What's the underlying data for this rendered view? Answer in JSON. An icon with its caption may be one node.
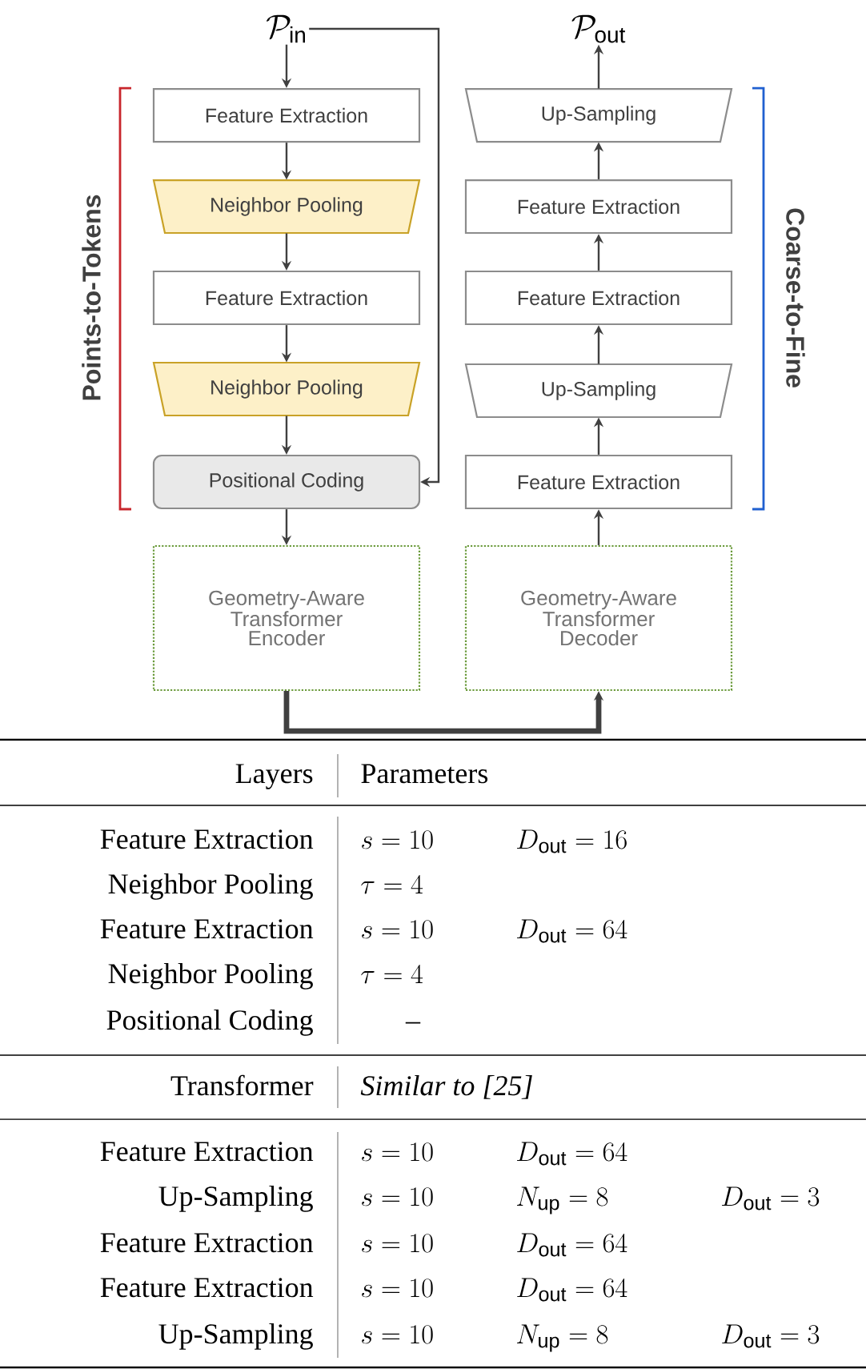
{
  "diagram": {
    "nodes": [
      {
        "text": [
          "\\mathcal{P}_{\\mathrm{in}}"
        ]
      },
      {
        "text": [
          "Feature Extraction"
        ]
      },
      {
        "text": [
          "Neighbor Pooling"
        ]
      },
      {
        "text": [
          "Feature Extraction"
        ]
      },
      {
        "text": [
          "Neighbor Pooling"
        ]
      },
      {
        "text": [
          "Positional Coding"
        ]
      },
      {
        "text": [
          "Geometry-Aware Transformer Encoder"
        ]
      },
      {
        "text": [
          "Geometry-Aware Transformer Decoder"
        ]
      },
      {
        "text": [
          "Feature Extraction"
        ]
      },
      {
        "text": [
          "Up-Sampling"
        ]
      },
      {
        "text": [
          "Feature Extraction"
        ]
      },
      {
        "text": [
          "Feature Extraction"
        ]
      },
      {
        "text": [
          "Up-Sampling"
        ]
      },
      {
        "text": [
          "\\mathcal{P}_{\\mathrm{out}}"
        ]
      }
    ],
    "edges": [
      {
        "from": 0,
        "to": 1,
        "arrow": "to"
      },
      {
        "from": 1,
        "to": 2,
        "arrow": "to"
      },
      {
        "from": 2,
        "to": 3,
        "arrow": "to"
      },
      {
        "from": 3,
        "to": 4,
        "arrow": "to"
      },
      {
        "from": 4,
        "to": 5,
        "arrow": "to"
      },
      {
        "from": 0,
        "to": 5,
        "arrow": "to"
      },
      {
        "from": 5,
        "to": 6,
        "arrow": "to"
      },
      {
        "from": 6,
        "to": 7,
        "arrow": "to",
        "style": "thick"
      },
      {
        "from": 7,
        "to": 8,
        "arrow": "to"
      },
      {
        "from": 8,
        "to": 9,
        "arrow": "to"
      },
      {
        "from": 9,
        "to": 10,
        "arrow": "to"
      },
      {
        "from": 10,
        "to": 11,
        "arrow": "to"
      },
      {
        "from": 11,
        "to": 12,
        "arrow": "to"
      },
      {
        "from": 12,
        "to": 13,
        "arrow": "to"
      }
    ],
    "labels": [
      "Points-to-Tokens",
      "Coarse-to-Fine",
      "Layers",
      "Parameters",
      "Feature Extraction",
      "s = 10",
      "D_{\\mathrm{out}} = 16",
      "Neighbor Pooling",
      "\\tau = 4",
      "Feature Extraction",
      "s = 10",
      "D_{\\mathrm{out}} = 64",
      "Neighbor Pooling",
      "\\tau = 4",
      "Positional Coding",
      "–",
      "Transformer",
      "Similar to [25]",
      "Feature Extraction",
      "s = 10",
      "D_{\\mathrm{out}} = 64",
      "Up-Sampling",
      "s = 10",
      "N_{\\mathrm{up}} = 8",
      "D_{\\mathrm{out}} = 3",
      "Feature Extraction",
      "s = 10",
      "D_{\\mathrm{out}} = 64",
      "Feature Extraction",
      "s = 10",
      "D_{\\mathrm{out}} = 64",
      "Up-Sampling",
      "s = 10",
      "N_{\\mathrm{up}} = 8",
      "D_{\\mathrm{out}} = 3"
    ]
  }
}
